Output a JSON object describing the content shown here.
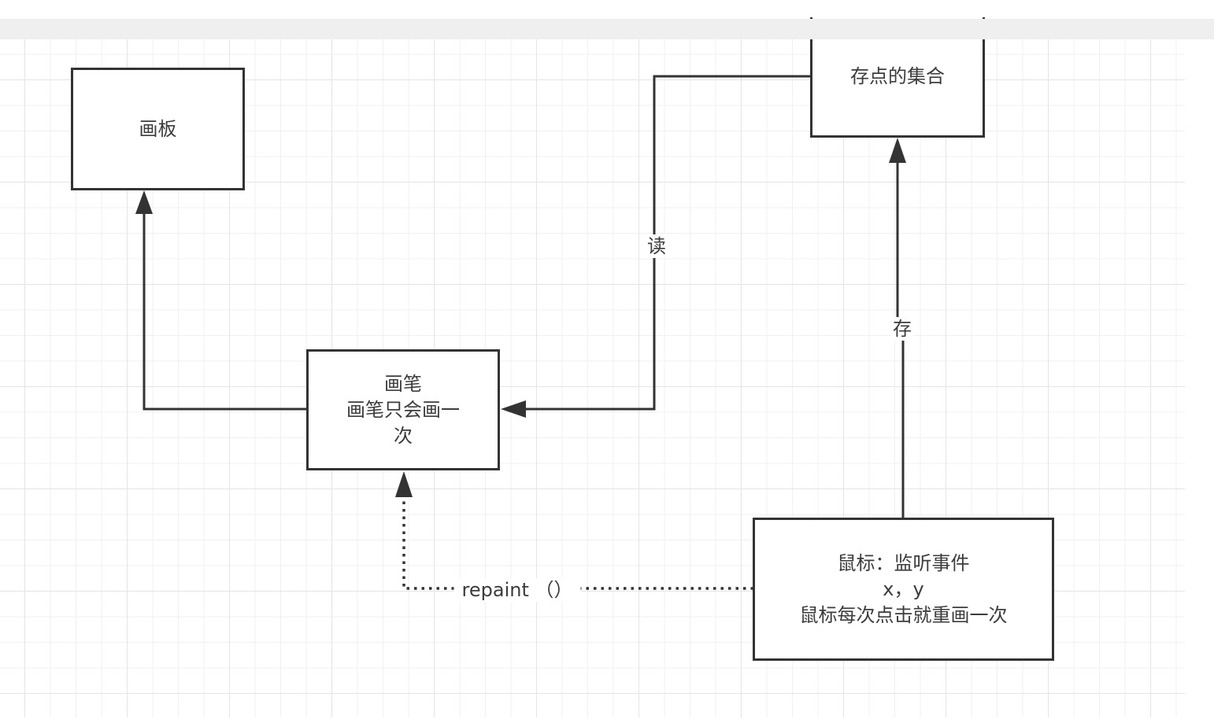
{
  "diagram": {
    "nodes": {
      "canvas_board": {
        "lines": [
          "画板"
        ]
      },
      "pen": {
        "lines": [
          "画笔",
          "画笔只会画一",
          "次"
        ]
      },
      "point_set": {
        "lines": [
          "存点的集合"
        ]
      },
      "mouse": {
        "lines": [
          "鼠标：监听事件",
          "x，y",
          "鼠标每次点击就重画一次"
        ]
      }
    },
    "edges": [
      {
        "from": "pen",
        "to": "canvas_board",
        "label": "",
        "style": "solid"
      },
      {
        "from": "point_set",
        "to": "pen",
        "label": "读",
        "style": "solid"
      },
      {
        "from": "mouse",
        "to": "point_set",
        "label": "存",
        "style": "solid"
      },
      {
        "from": "mouse",
        "to": "pen",
        "label": "repaint （）",
        "style": "dotted"
      }
    ],
    "colors": {
      "stroke": "#333333",
      "text": "#3c3c3c",
      "grid": "#e4e4e4",
      "toolbar": "#efefef"
    }
  }
}
